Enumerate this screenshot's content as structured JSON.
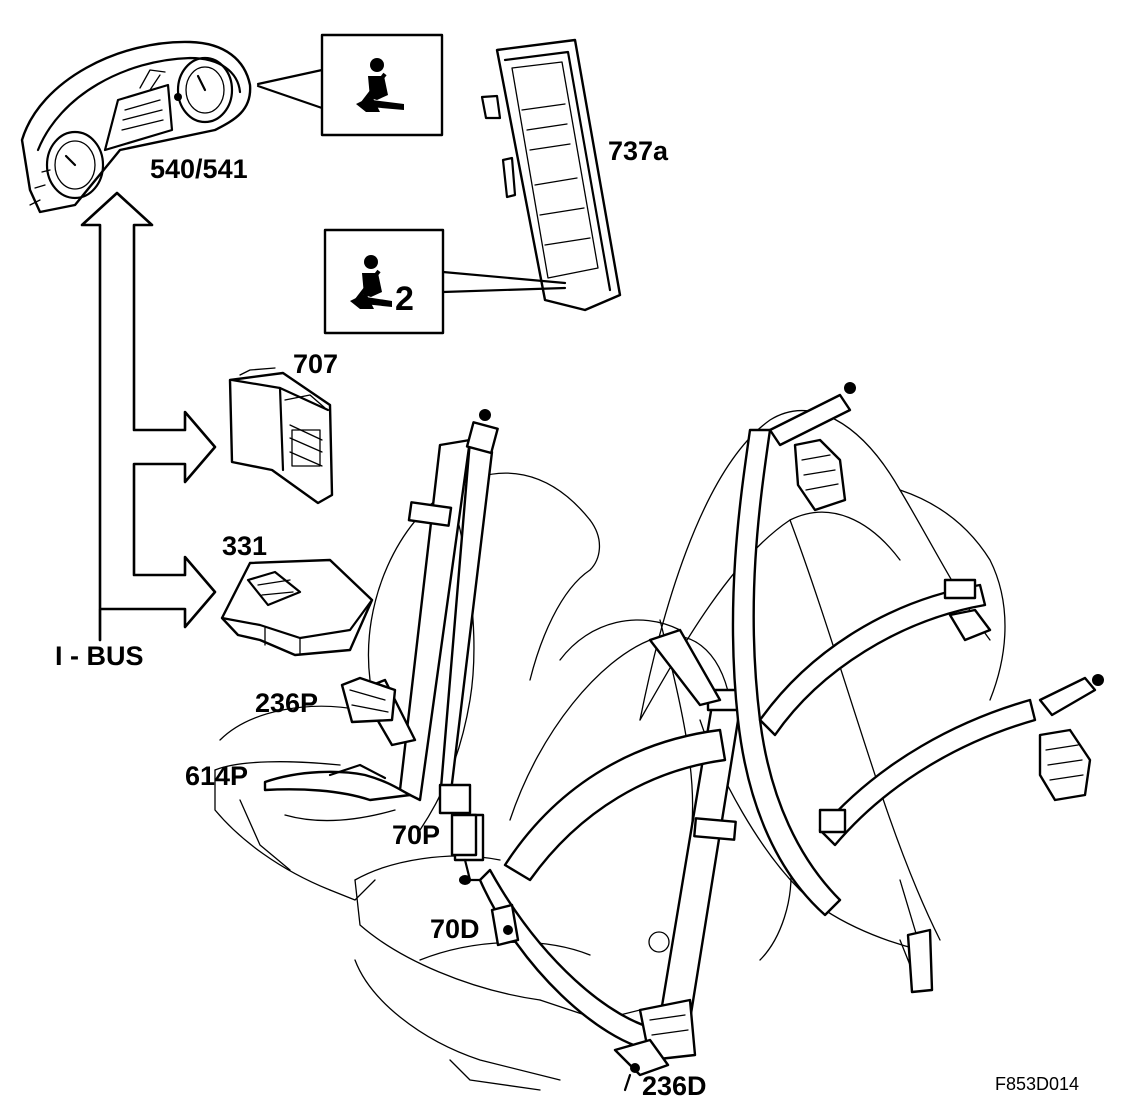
{
  "diagram": {
    "labels": {
      "instrument_cluster": "540/541",
      "switch_panel": "737a",
      "control_module_707": "707",
      "control_module_331": "331",
      "bus": "I - BUS",
      "pretensioner_passenger": "236P",
      "sensor_passenger": "614P",
      "buckle_passenger": "70P",
      "buckle_driver": "70D",
      "pretensioner_driver": "236D",
      "reference_code": "F853D014"
    },
    "indicator_2_text": "2",
    "icons": [
      "seatbelt-warning-icon",
      "seatbelt-warning-rear-icon"
    ]
  }
}
